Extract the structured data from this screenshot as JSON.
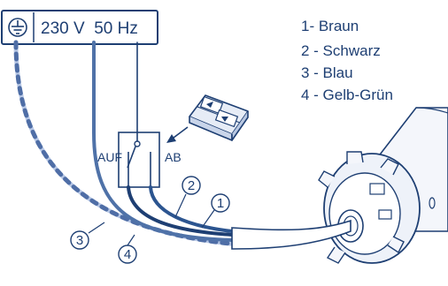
{
  "supply": {
    "label": "230 V  50 Hz",
    "icon": "earth-ground-icon"
  },
  "legend": [
    {
      "text": "1-  Braun"
    },
    {
      "text": "2 - Schwarz"
    },
    {
      "text": "3 - Blau"
    },
    {
      "text": "4 - Gelb-Grün"
    }
  ],
  "switch": {
    "up_label": "AUF",
    "down_label": "AB"
  },
  "callouts": {
    "c1": "1",
    "c2": "2",
    "c3": "3",
    "c4": "4"
  },
  "colors": {
    "line": "#1e3f73",
    "wire_dark": "#2c5590",
    "wire_mid": "#4f72a8",
    "earth_light": "#b8c8e6",
    "earth_dash": "#4f6ea6",
    "motor_fill": "#eef2f9"
  }
}
